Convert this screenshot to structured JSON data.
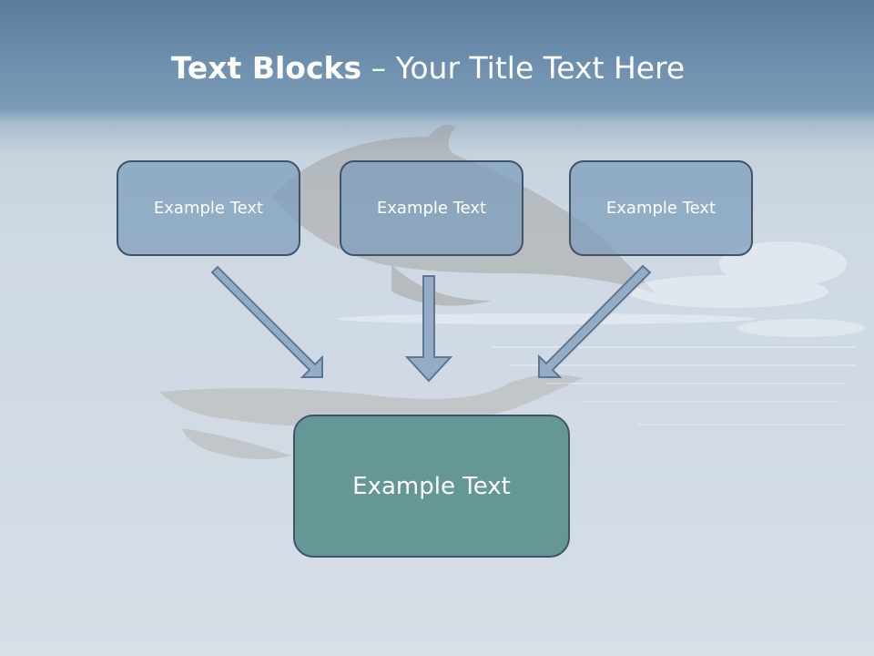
{
  "title": {
    "bold": "Text Blocks",
    "rest": " – Your Title Text Here"
  },
  "boxes": {
    "top": [
      {
        "label": "Example Text"
      },
      {
        "label": "Example Text"
      },
      {
        "label": "Example Text"
      }
    ],
    "bottom": {
      "label": "Example Text"
    }
  },
  "colors": {
    "small_box_fill": "#7d9ebb",
    "big_box_fill": "#659796",
    "border": "#3f5467",
    "arrow_fill": "#93adc6",
    "arrow_stroke": "#5e7892"
  }
}
